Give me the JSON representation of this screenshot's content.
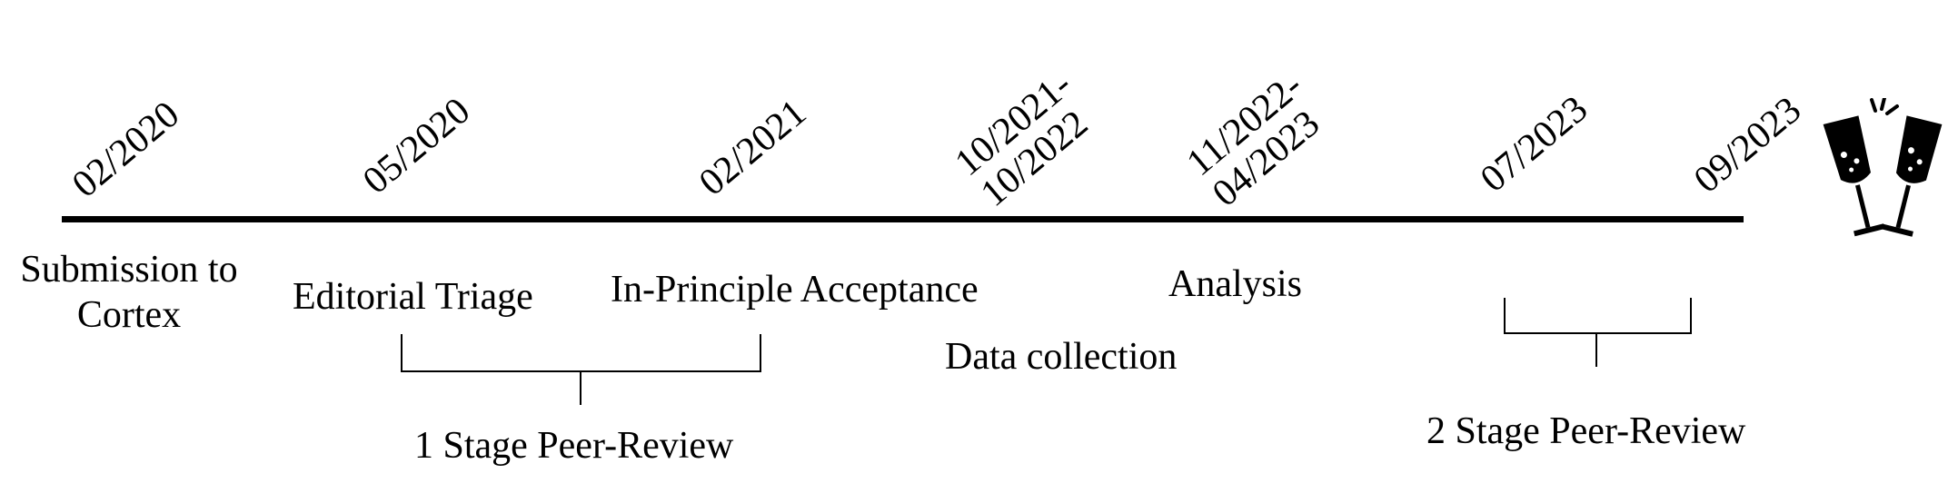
{
  "dates": {
    "d1": "02/2020",
    "d2": "05/2020",
    "d3": "02/2021",
    "d4_line1": "10/2021-",
    "d4_line2": "10/2022",
    "d5_line1": "11/2022-",
    "d5_line2": "04/2023",
    "d6": "07/2023",
    "d7": "09/2023"
  },
  "events": {
    "submission_line1": "Submission to",
    "submission_line2": "Cortex",
    "triage": "Editorial Triage",
    "acceptance": "In-Principle Acceptance",
    "analysis": "Analysis",
    "data_collection": "Data collection"
  },
  "phases": {
    "stage1": "1 Stage Peer-Review",
    "stage2": "2 Stage Peer-Review"
  },
  "icons": {
    "celebration": "champagne-glasses-icon"
  }
}
